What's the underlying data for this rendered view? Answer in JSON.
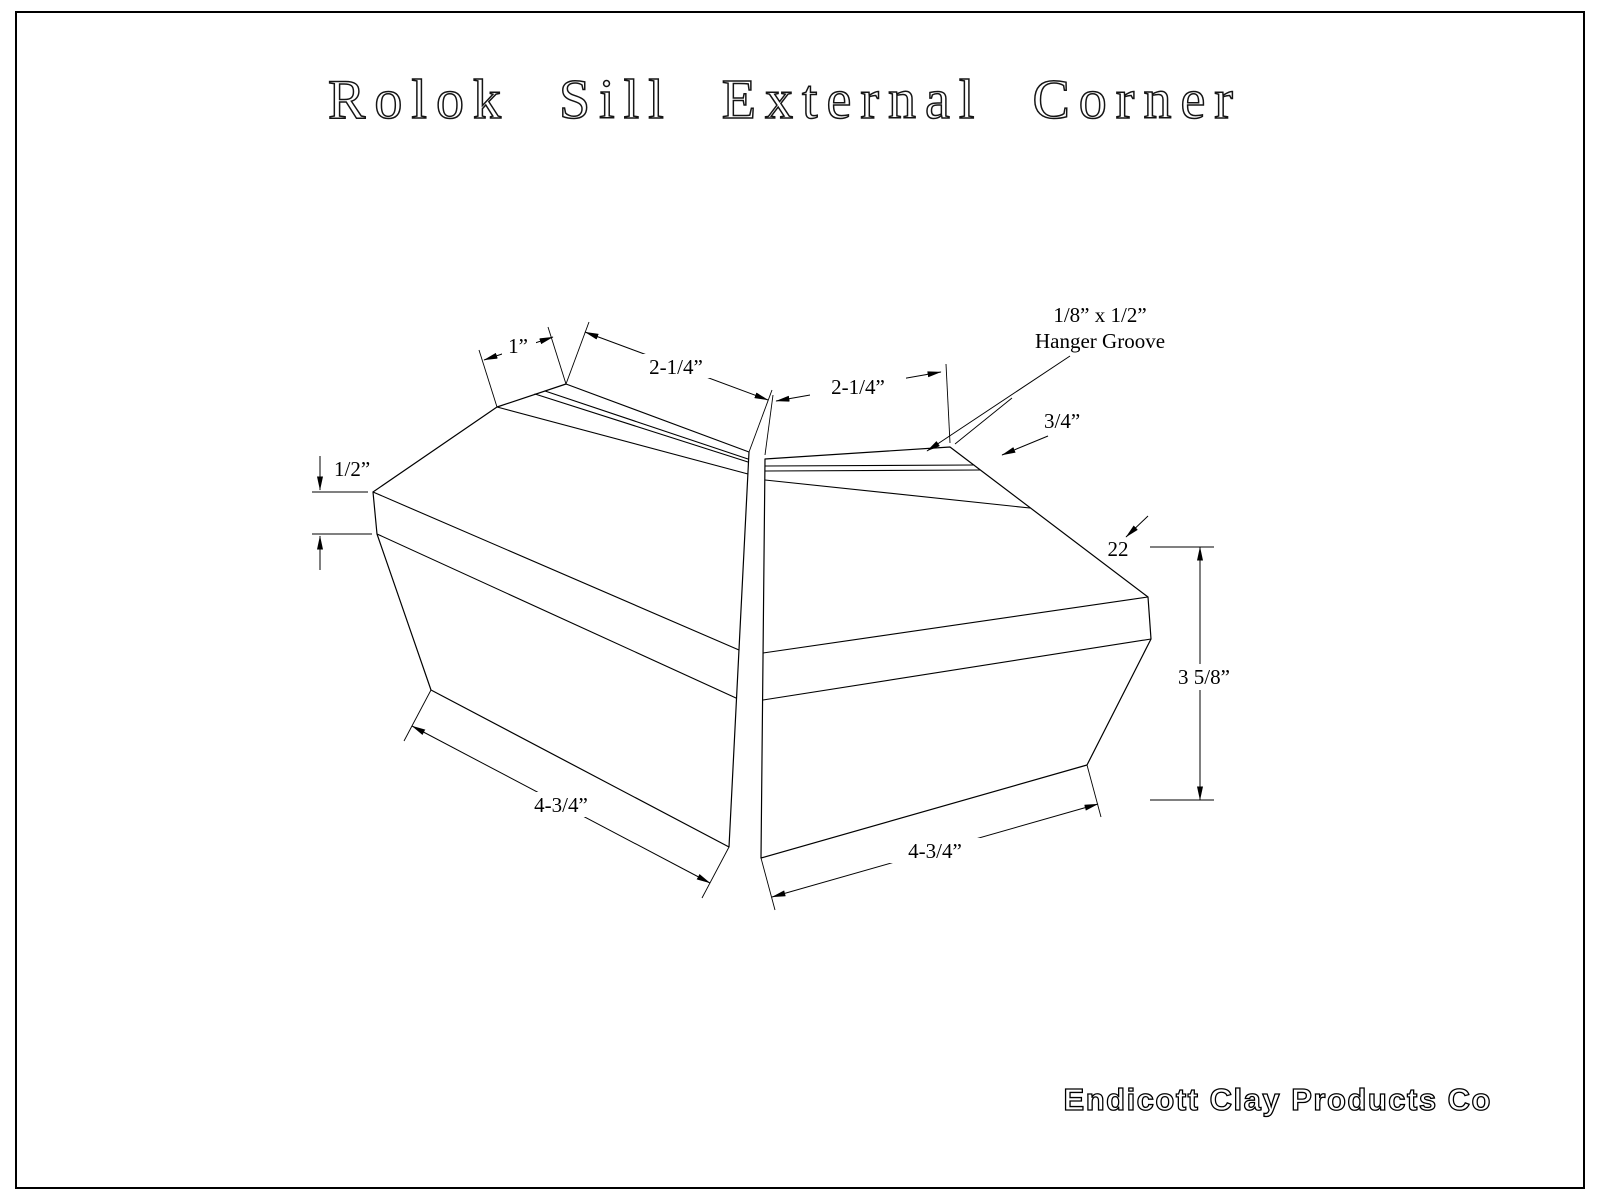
{
  "title": "Rolok Sill External Corner",
  "logo": "Endicott Clay Products Co",
  "dims": {
    "half_inch": "1/2”",
    "one_inch": "1”",
    "ledge_left": "2-1/4”",
    "ledge_right": "2-1/4”",
    "three_quarter": "3/4”",
    "groove_size": "1/8” x 1/2”",
    "groove_label": "Hanger Groove",
    "wash_angle": "22",
    "height": "3 5/8”",
    "length_left": "4-3/4”",
    "length_right": "4-3/4”"
  }
}
